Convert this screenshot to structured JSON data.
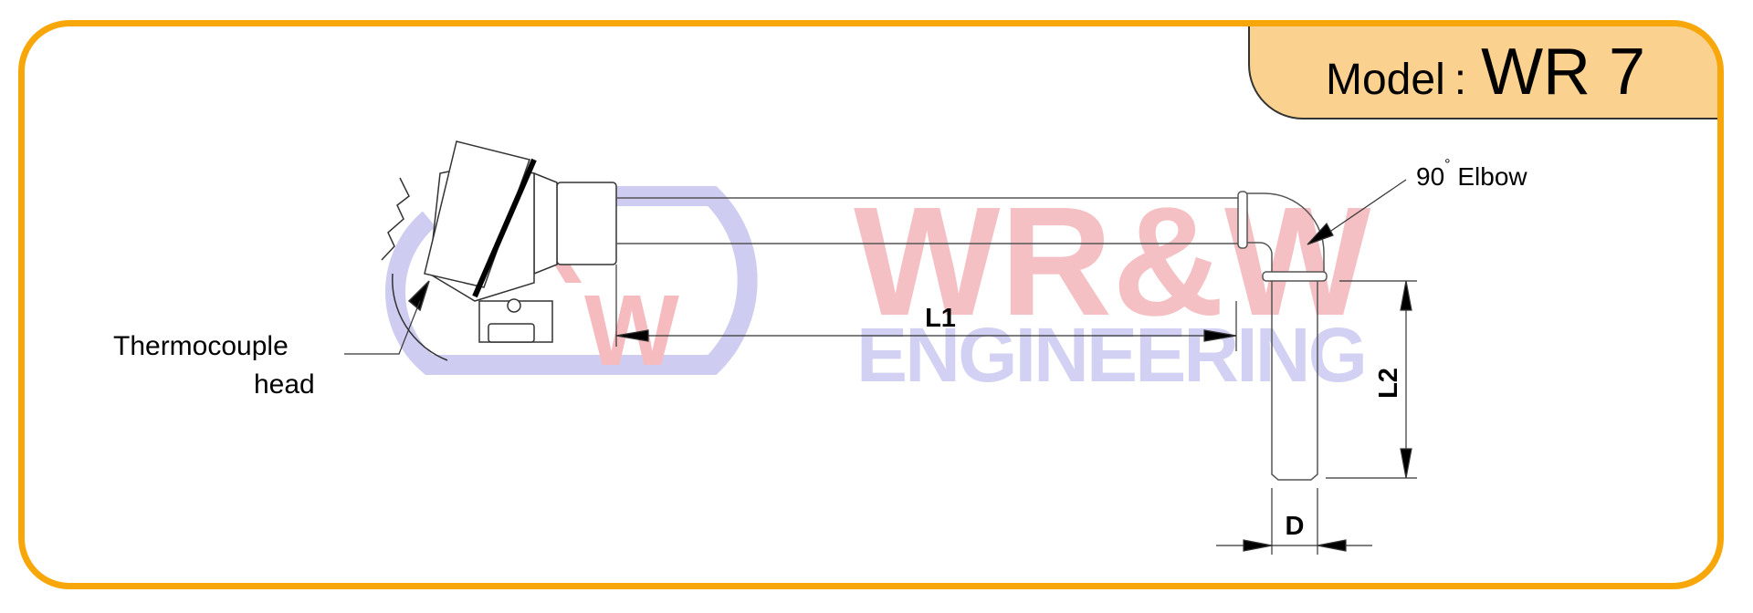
{
  "model": {
    "label": "Model",
    "separator": ":",
    "value": "WR 7"
  },
  "watermark": {
    "brand": "WR&W",
    "subtitle": "ENGINEERING",
    "logo_letters": [
      "R",
      "W"
    ],
    "brand_color": "#F4B4B8",
    "subtitle_color": "#C9C8F0"
  },
  "callouts": {
    "thermocouple_head": [
      "Thermocouple",
      "head"
    ],
    "elbow": {
      "angle": "90",
      "degree_symbol": "°",
      "text": "Elbow"
    }
  },
  "dimensions": {
    "l1": "L1",
    "l2": "L2",
    "d": "D"
  },
  "colors": {
    "frame": "#F7A70A",
    "tab_fill": "#FAD18E",
    "line": "#444444"
  }
}
